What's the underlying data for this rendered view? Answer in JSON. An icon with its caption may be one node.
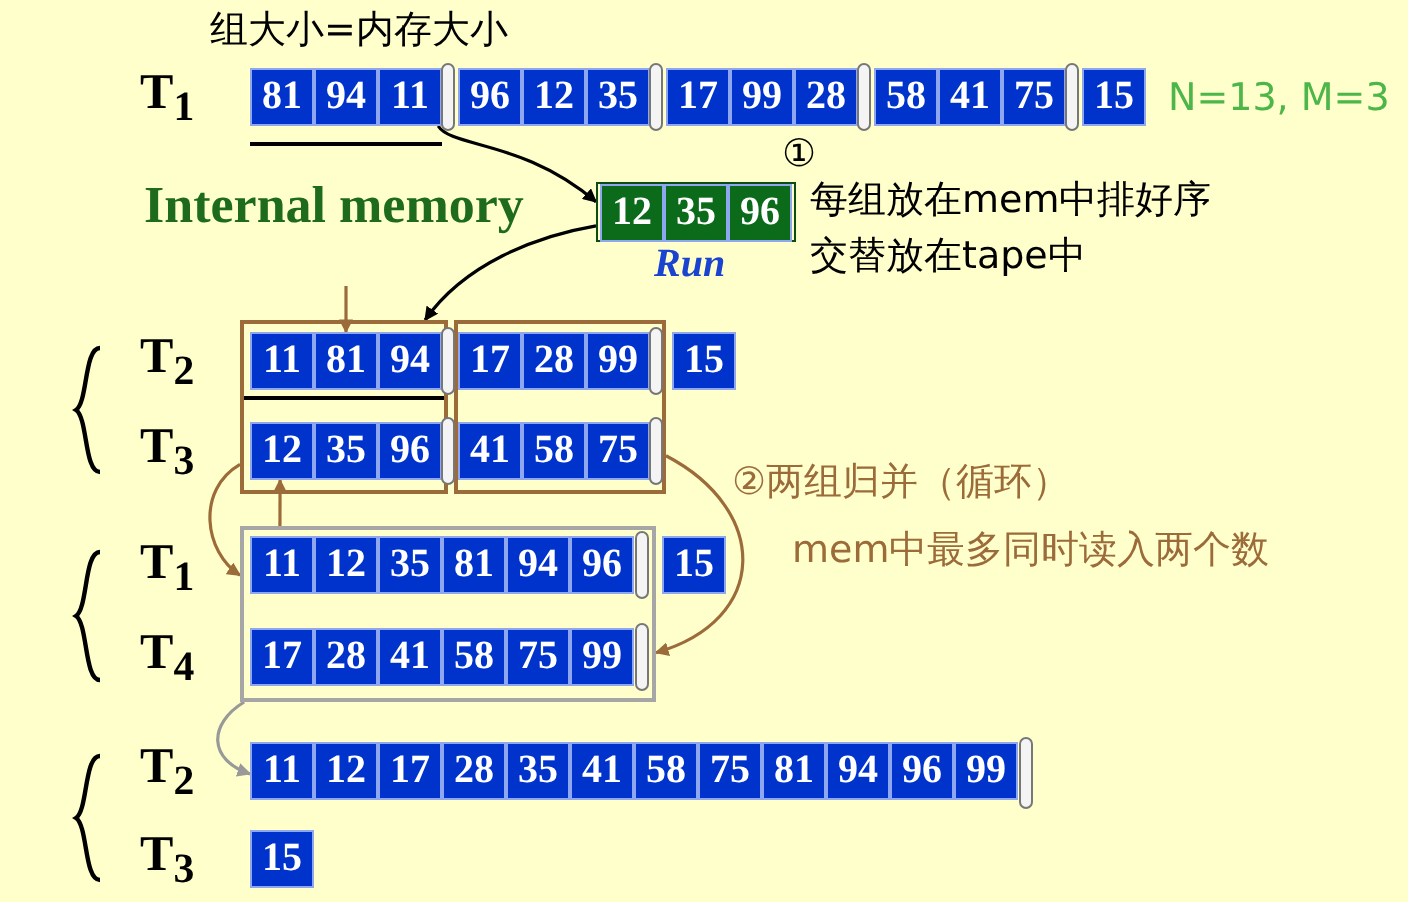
{
  "diagram": {
    "nodes": [
      {
        "text": [
          "81"
        ]
      },
      {
        "text": [
          "94"
        ]
      },
      {
        "text": [
          "11"
        ]
      },
      {
        "text": [
          "96"
        ]
      },
      {
        "text": [
          "12"
        ]
      },
      {
        "text": [
          "35"
        ]
      },
      {
        "text": [
          "17"
        ]
      },
      {
        "text": [
          "99"
        ]
      },
      {
        "text": [
          "28"
        ]
      },
      {
        "text": [
          "58"
        ]
      },
      {
        "text": [
          "41"
        ]
      },
      {
        "text": [
          "75"
        ]
      },
      {
        "text": [
          "15"
        ]
      },
      {
        "text": [],
        "shape": "box"
      },
      {
        "text": [
          "12"
        ],
        "in": 13
      },
      {
        "text": [
          "35"
        ],
        "in": 13
      },
      {
        "text": [
          "96"
        ],
        "in": 13
      },
      {
        "text": [],
        "shape": "box"
      },
      {
        "text": [
          "11"
        ],
        "in": 17
      },
      {
        "text": [
          "81"
        ],
        "in": 17
      },
      {
        "text": [
          "94"
        ],
        "in": 17
      },
      {
        "text": [
          "12"
        ],
        "in": 17
      },
      {
        "text": [
          "35"
        ],
        "in": 17
      },
      {
        "text": [
          "96"
        ],
        "in": 17
      },
      {
        "text": [],
        "shape": "box"
      },
      {
        "text": [
          "17"
        ],
        "in": 24
      },
      {
        "text": [
          "28"
        ],
        "in": 24
      },
      {
        "text": [
          "99"
        ],
        "in": 24
      },
      {
        "text": [
          "41"
        ],
        "in": 24
      },
      {
        "text": [
          "58"
        ],
        "in": 24
      },
      {
        "text": [
          "75"
        ],
        "in": 24
      },
      {
        "text": [
          "15"
        ]
      },
      {
        "text": [],
        "shape": "box"
      },
      {
        "text": [
          "11"
        ],
        "in": 32
      },
      {
        "text": [
          "12"
        ],
        "in": 32
      },
      {
        "text": [
          "35"
        ],
        "in": 32
      },
      {
        "text": [
          "81"
        ],
        "in": 32
      },
      {
        "text": [
          "94"
        ],
        "in": 32
      },
      {
        "text": [
          "96"
        ],
        "in": 32
      },
      {
        "text": [
          "15"
        ]
      },
      {
        "text": [
          "17"
        ],
        "in": 32
      },
      {
        "text": [
          "28"
        ],
        "in": 32
      },
      {
        "text": [
          "41"
        ],
        "in": 32
      },
      {
        "text": [
          "58"
        ],
        "in": 32
      },
      {
        "text": [
          "75"
        ],
        "in": 32
      },
      {
        "text": [
          "99"
        ],
        "in": 32
      },
      {
        "text": [
          "11"
        ]
      },
      {
        "text": [
          "12"
        ]
      },
      {
        "text": [
          "17"
        ]
      },
      {
        "text": [
          "28"
        ]
      },
      {
        "text": [
          "35"
        ]
      },
      {
        "text": [
          "41"
        ]
      },
      {
        "text": [
          "58"
        ]
      },
      {
        "text": [
          "75"
        ]
      },
      {
        "text": [
          "81"
        ]
      },
      {
        "text": [
          "94"
        ]
      },
      {
        "text": [
          "96"
        ]
      },
      {
        "text": [
          "99"
        ]
      },
      {
        "text": [
          "15"
        ]
      }
    ],
    "edges": [
      {
        "from": 2,
        "to": 13,
        "arrow": "to",
        "color": "#000000"
      },
      {
        "from": 13,
        "to": 17,
        "arrow": "to",
        "color": "#000000"
      },
      {
        "from": null,
        "to": 19,
        "arrow": "to"
      },
      {
        "from": 32,
        "to": 21,
        "arrow": "to"
      },
      {
        "from": 17,
        "to": 32,
        "arrow": "to"
      },
      {
        "from": 24,
        "to": 32,
        "arrow": "to"
      },
      {
        "from": 32,
        "to": 46,
        "arrow": "to",
        "color": "#999999"
      }
    ],
    "labels": [
      "组大小=内存大小",
      "T$_{1}$",
      "N=13, M=3",
      "Internal memory",
      "①",
      "每组放在mem中排好序交替放在tape中",
      "Run",
      "T$_{2}$",
      "T$_{3}$",
      "②两组归并（循环）",
      "mem中最多同时读入两个数",
      "T$_{1}$",
      "T$_{4}$",
      "T$_{2}$",
      "T$_{3}$"
    ]
  }
}
